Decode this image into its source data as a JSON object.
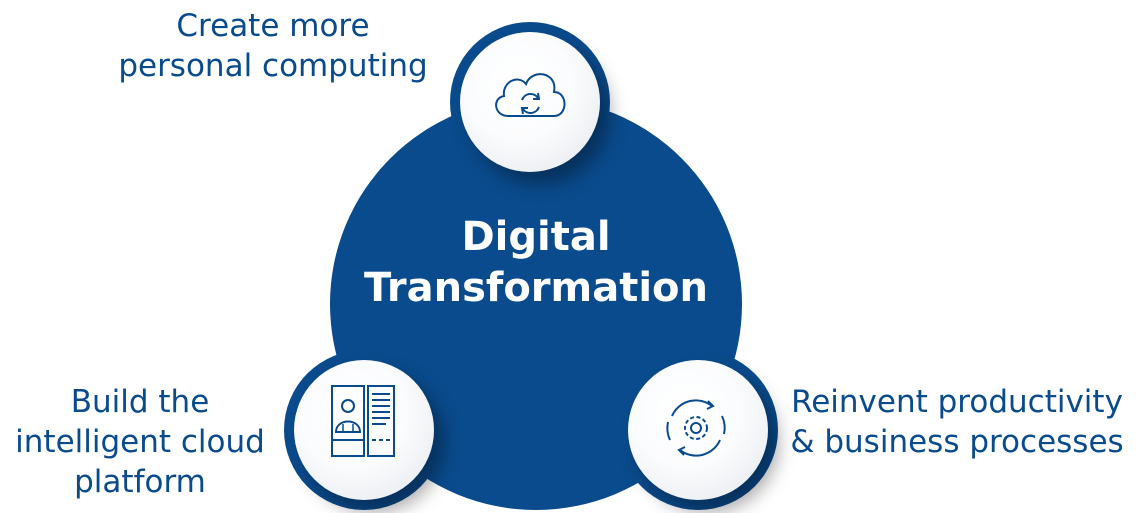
{
  "center": {
    "line1": "Digital",
    "line2": "Transformation"
  },
  "nodes": [
    {
      "id": "top",
      "icon": "cloud-sync-icon",
      "label_lines": [
        "Create more",
        "personal computing"
      ]
    },
    {
      "id": "bottom-left",
      "icon": "profile-document-icon",
      "label_lines": [
        "Build the",
        "intelligent cloud",
        "platform"
      ]
    },
    {
      "id": "bottom-right",
      "icon": "gear-cycle-icon",
      "label_lines": [
        "Reinvent productivity",
        "& business processes"
      ]
    }
  ],
  "colors": {
    "primary": "#0a4b8d",
    "background": "#ffffff",
    "disc": "#f7f8fa"
  }
}
